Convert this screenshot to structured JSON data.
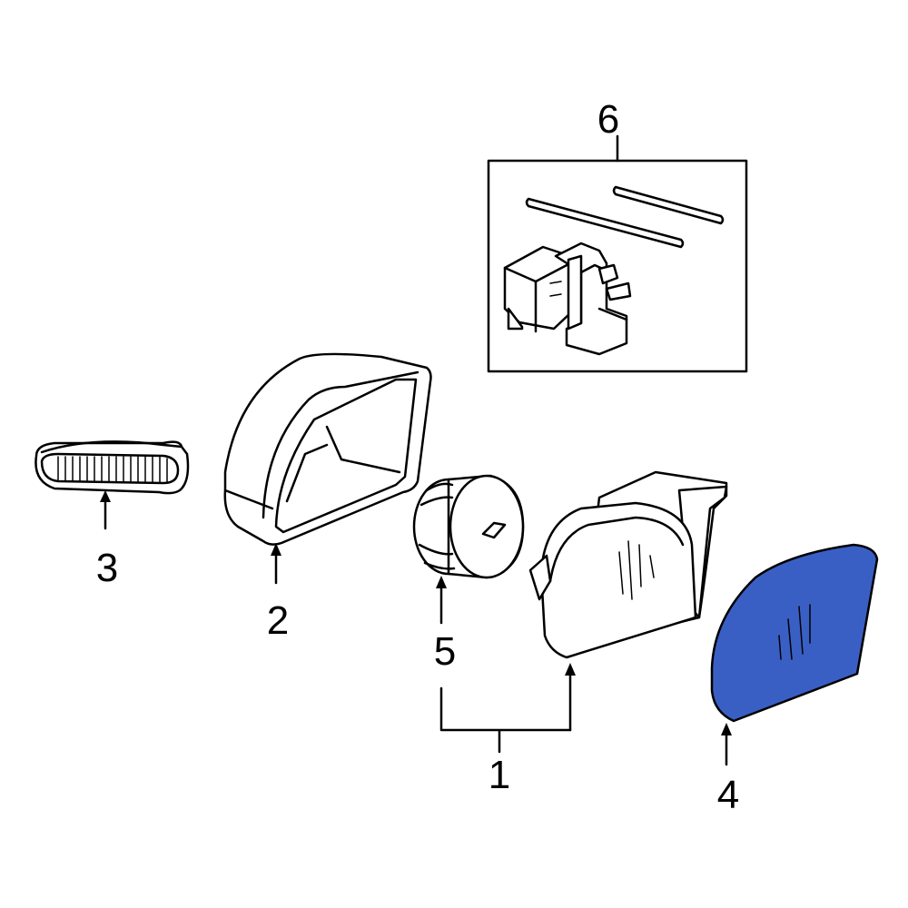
{
  "callouts": {
    "c1": "1",
    "c2": "2",
    "c3": "3",
    "c4": "4",
    "c5": "5",
    "c6": "6"
  },
  "colors": {
    "highlight": "#3a5fc4",
    "line": "#000000",
    "background": "#ffffff"
  }
}
